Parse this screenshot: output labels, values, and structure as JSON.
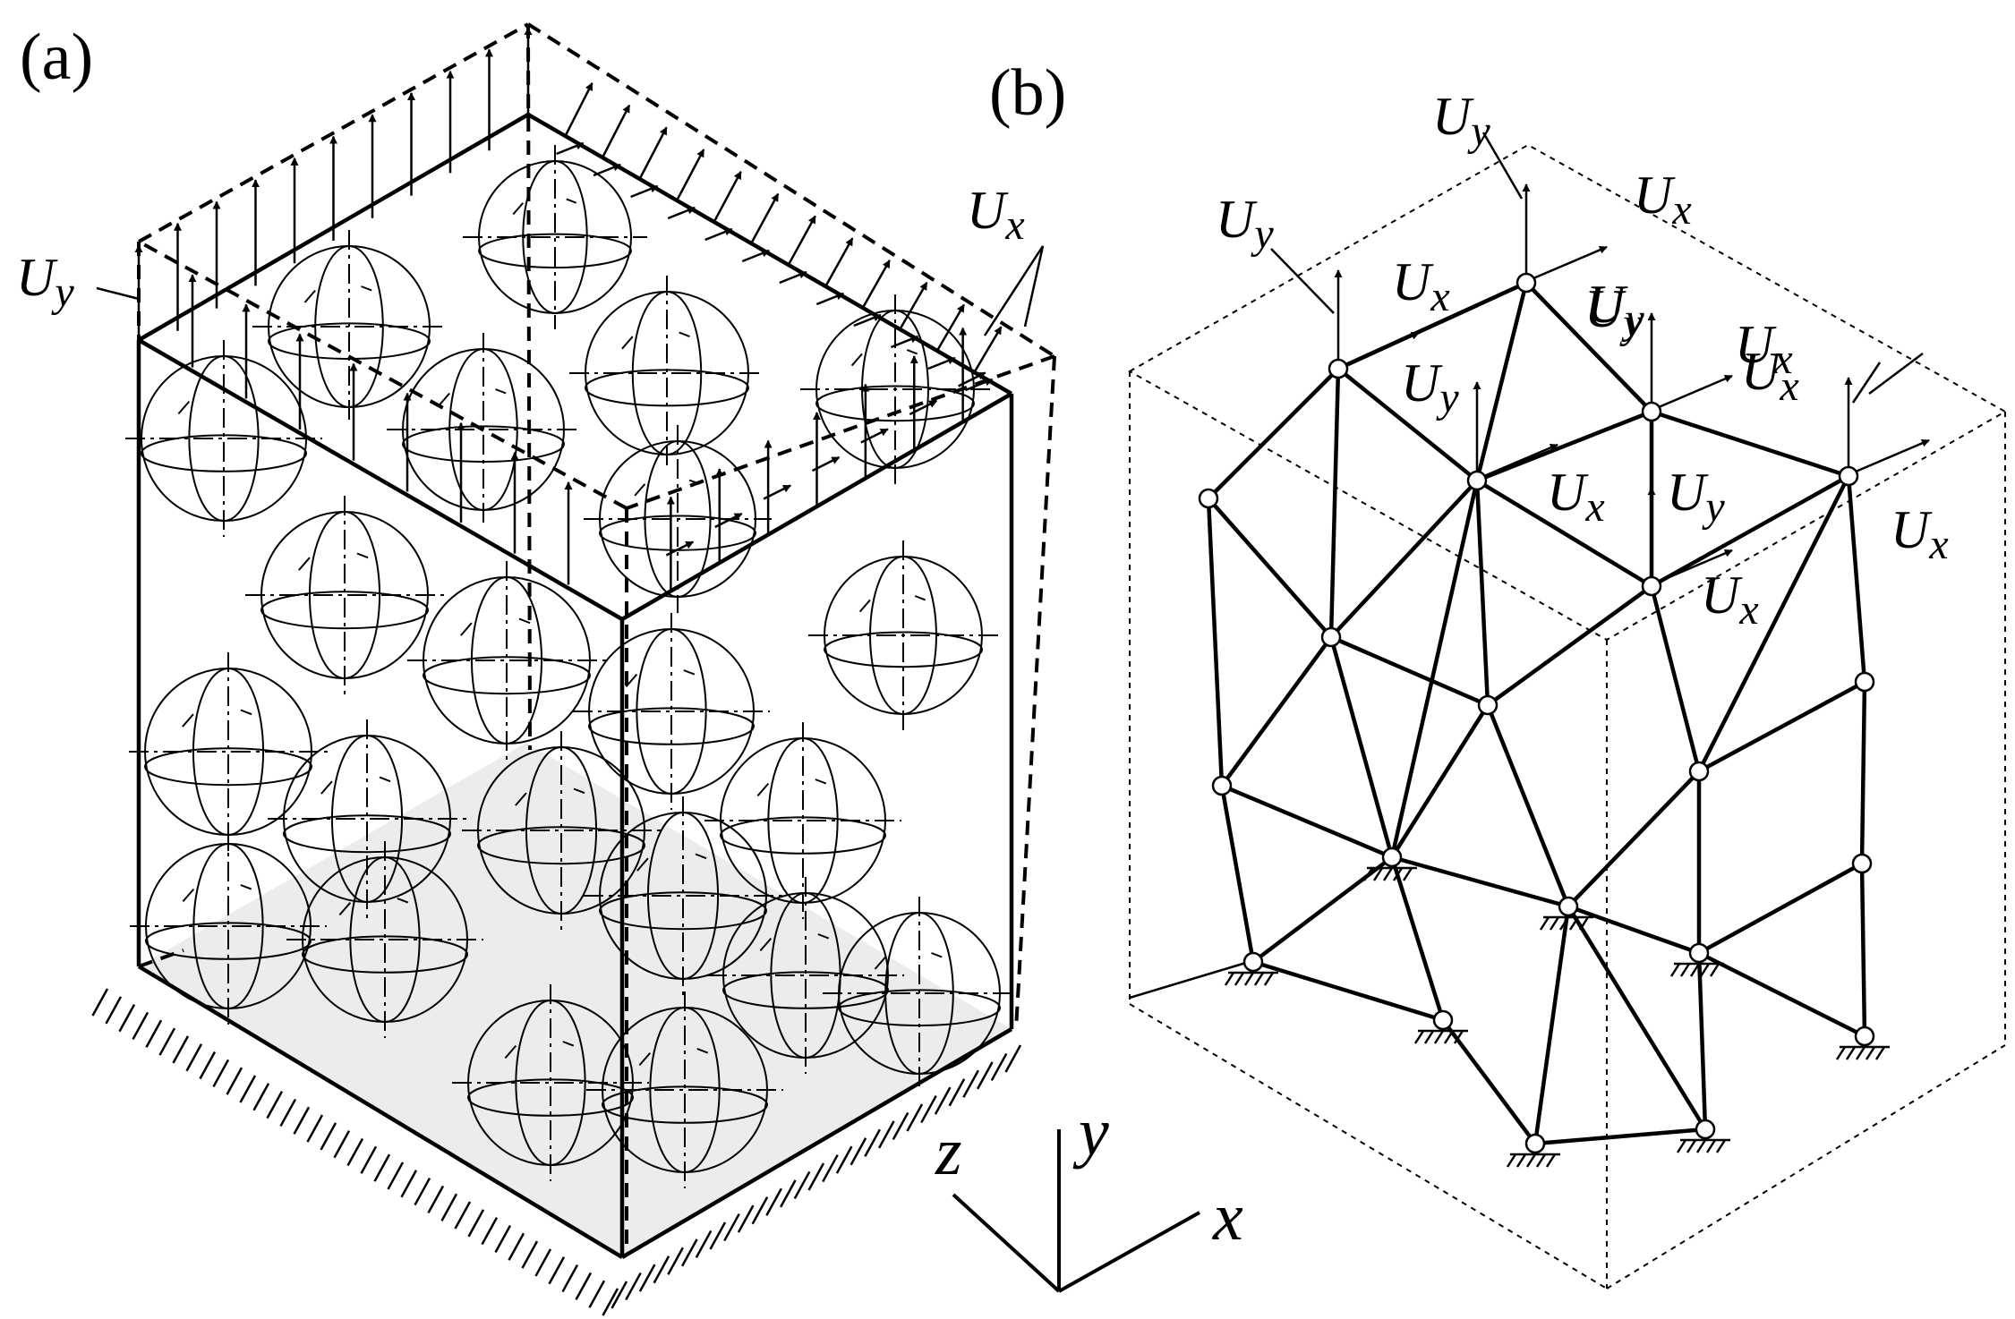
{
  "panel_a": {
    "label": "(a)",
    "load_y": "U",
    "load_y_sub": "y",
    "load_x": "U",
    "load_x_sub": "x"
  },
  "panel_b": {
    "label": "(b)",
    "loads": [
      {
        "main": "U",
        "sub": "y"
      },
      {
        "main": "U",
        "sub": "y"
      },
      {
        "main": "U",
        "sub": "x"
      },
      {
        "main": "U",
        "sub": "x"
      },
      {
        "main": "U",
        "sub": "y"
      },
      {
        "main": "U",
        "sub": "x"
      },
      {
        "main": "U",
        "sub": "y"
      },
      {
        "main": "U",
        "sub": "y"
      },
      {
        "main": "U",
        "sub": "x"
      },
      {
        "main": "U",
        "sub": "x"
      },
      {
        "main": "U",
        "sub": "y"
      },
      {
        "main": "U",
        "sub": "x"
      },
      {
        "main": "U",
        "sub": "x"
      }
    ]
  },
  "axes": {
    "z": "z",
    "y": "y",
    "x": "x"
  },
  "colors": {
    "ink": "#000000",
    "shade": "#ececec",
    "background": "#ffffff"
  }
}
